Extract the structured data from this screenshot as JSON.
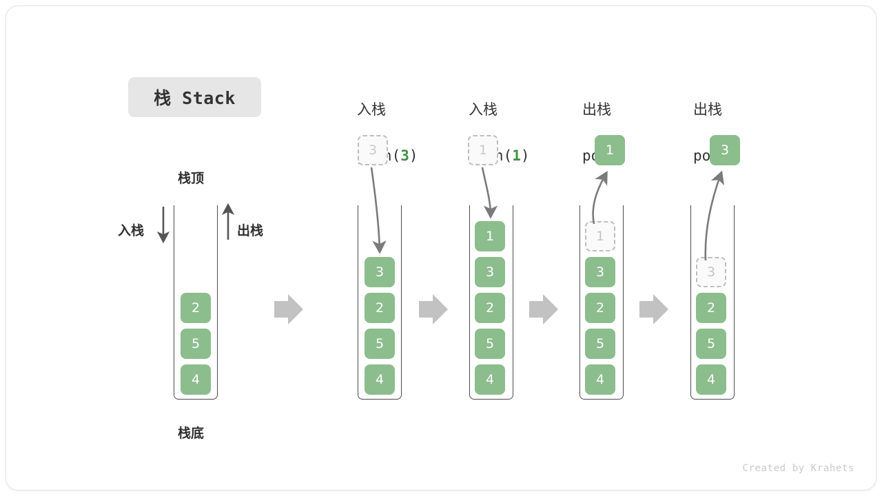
{
  "figure": {
    "title": "栈 Stack",
    "watermark": "Created by Krahets",
    "accent_green": "#8cbd8d",
    "arrow_gray": "#c2c2c2",
    "stroke_gray": "#7a7a7a",
    "ghost_gray": "#bdbdbd",
    "text_dark": "#333333"
  },
  "legend": {
    "top_label": "栈顶",
    "bottom_label": "栈底",
    "push_label": "入栈",
    "pop_label": "出栈"
  },
  "columns": [
    {
      "id": "initial",
      "head_cn": "",
      "head_code_prefix": "",
      "head_code_arg": "",
      "head_code_suffix": "",
      "float_box": null,
      "cells": [
        {
          "value": "2",
          "state": "solid"
        },
        {
          "value": "5",
          "state": "solid"
        },
        {
          "value": "4",
          "state": "solid"
        }
      ]
    },
    {
      "id": "push-3",
      "head_cn": "入栈",
      "head_code_prefix": "push(",
      "head_code_arg": "3",
      "head_code_suffix": ")",
      "float_box": {
        "value": "3",
        "state": "ghost"
      },
      "cells": [
        {
          "value": "3",
          "state": "solid"
        },
        {
          "value": "2",
          "state": "solid"
        },
        {
          "value": "5",
          "state": "solid"
        },
        {
          "value": "4",
          "state": "solid"
        }
      ]
    },
    {
      "id": "push-1",
      "head_cn": "入栈",
      "head_code_prefix": "push(",
      "head_code_arg": "1",
      "head_code_suffix": ")",
      "float_box": {
        "value": "1",
        "state": "ghost"
      },
      "cells": [
        {
          "value": "1",
          "state": "solid"
        },
        {
          "value": "3",
          "state": "solid"
        },
        {
          "value": "2",
          "state": "solid"
        },
        {
          "value": "5",
          "state": "solid"
        },
        {
          "value": "4",
          "state": "solid"
        }
      ]
    },
    {
      "id": "pop-1",
      "head_cn": "出栈",
      "head_code_prefix": "pop(",
      "head_code_arg": "",
      "head_code_suffix": ")",
      "float_box": {
        "value": "1",
        "state": "solid"
      },
      "cells": [
        {
          "value": "1",
          "state": "ghost"
        },
        {
          "value": "3",
          "state": "solid"
        },
        {
          "value": "2",
          "state": "solid"
        },
        {
          "value": "5",
          "state": "solid"
        },
        {
          "value": "4",
          "state": "solid"
        }
      ]
    },
    {
      "id": "pop-3",
      "head_cn": "出栈",
      "head_code_prefix": "pop(",
      "head_code_arg": "",
      "head_code_suffix": ")",
      "float_box": {
        "value": "3",
        "state": "solid"
      },
      "cells": [
        {
          "value": "3",
          "state": "ghost"
        },
        {
          "value": "2",
          "state": "solid"
        },
        {
          "value": "5",
          "state": "solid"
        },
        {
          "value": "4",
          "state": "solid"
        }
      ]
    }
  ]
}
